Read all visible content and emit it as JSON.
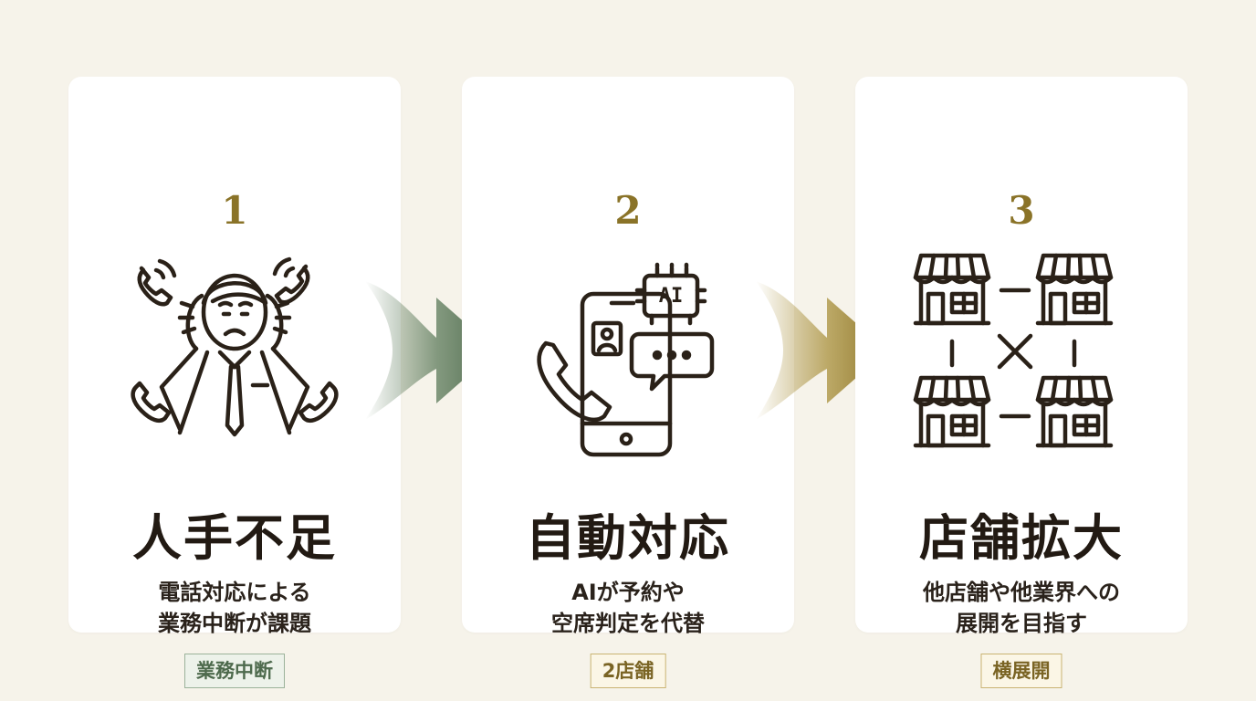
{
  "accent": {
    "gold": "#8a7328",
    "green": "#5c7a5a",
    "ink": "#2a2118"
  },
  "steps": [
    {
      "number": "1",
      "title": "人手不足",
      "desc": [
        "電話対応による",
        "業務中断が課題"
      ],
      "tag": "業務中断",
      "icon": "stressed-person-phones-icon"
    },
    {
      "number": "2",
      "title": "自動対応",
      "desc": [
        "AIが予約や",
        "空席判定を代替"
      ],
      "tag": "2店舗",
      "icon": "smartphone-ai-chat-icon",
      "ai_chip_label": "AI"
    },
    {
      "number": "3",
      "title": "店舗拡大",
      "desc": [
        "他店舗や他業界への",
        "展開を目指す"
      ],
      "tag": "横展開",
      "icon": "store-network-icon"
    }
  ]
}
